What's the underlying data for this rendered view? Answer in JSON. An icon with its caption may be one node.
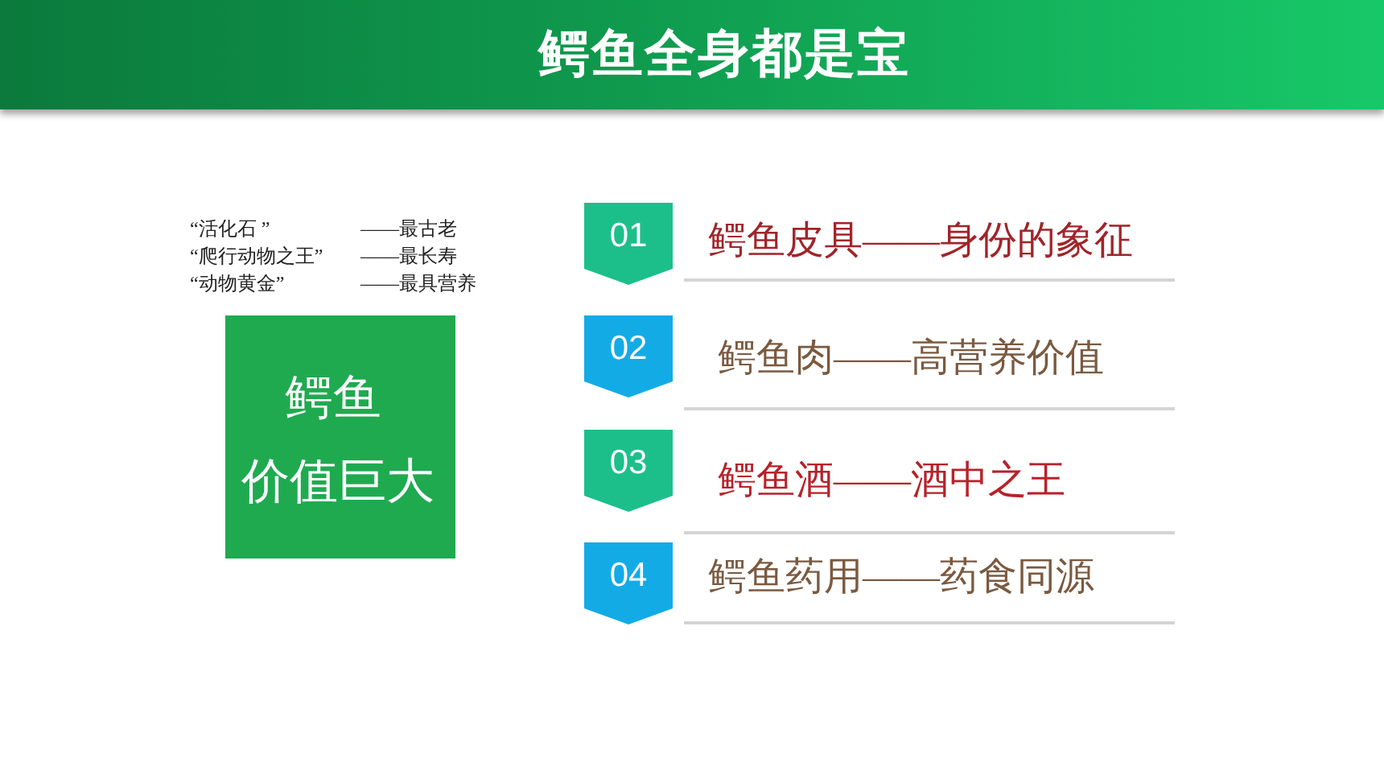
{
  "diagram": {
    "title": "鳄鱼全身都是宝",
    "nodes": [
      {
        "text": [
          "鳄鱼",
          "价值巨大"
        ]
      },
      {
        "text": [
          "01"
        ],
        "beside": [
          "鳄鱼皮具——身份的象征"
        ]
      },
      {
        "text": [
          "02"
        ],
        "beside": [
          "鳄鱼肉——高营养价值"
        ]
      },
      {
        "text": [
          "03"
        ],
        "beside": [
          "鳄鱼酒——酒中之王"
        ]
      },
      {
        "text": [
          "04"
        ],
        "beside": [
          "鳄鱼药用——药食同源"
        ]
      }
    ],
    "labels": [
      "“活化石 ”",
      "——最古老",
      "“爬行动物之王”",
      "——最长寿",
      "“动物黄金”",
      "——最具营养"
    ]
  }
}
